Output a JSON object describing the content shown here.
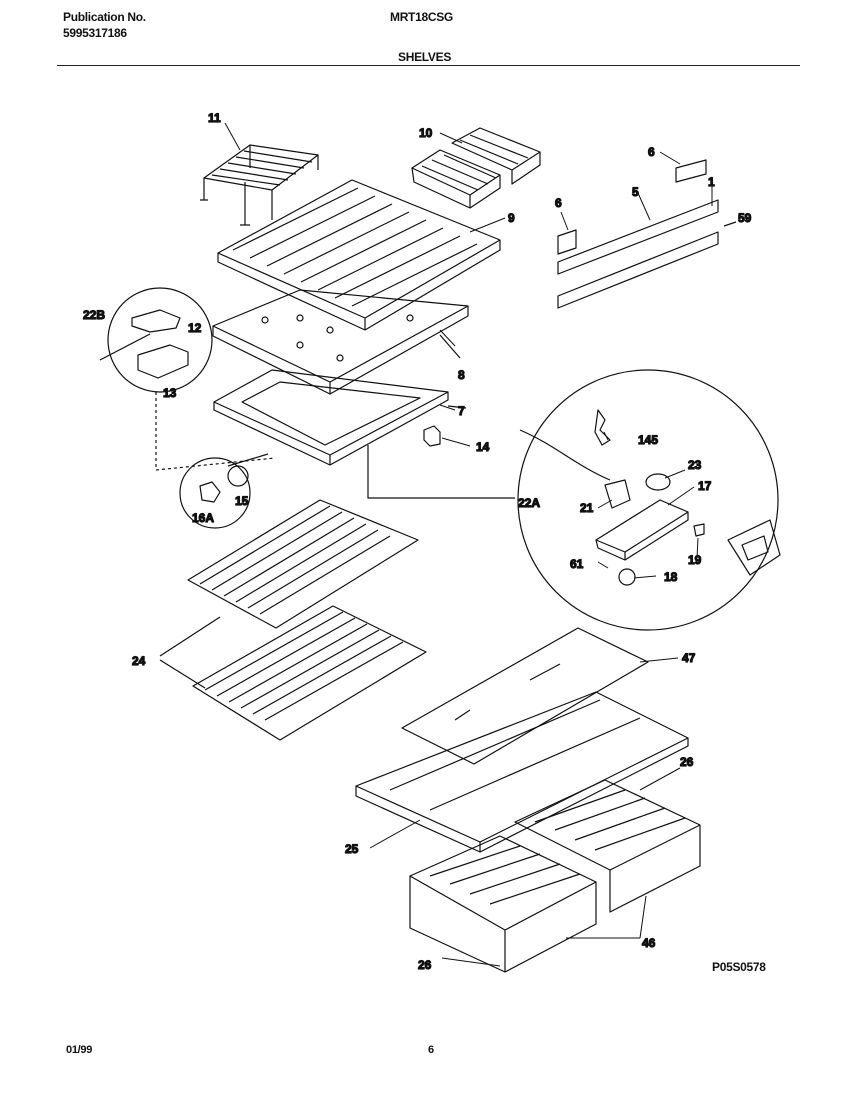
{
  "header": {
    "publication_label": "Publication No.",
    "publication_number": "5995317186",
    "model": "MRT18CSG",
    "section": "SHELVES"
  },
  "footer": {
    "date": "01/99",
    "page": "6",
    "drawing_code": "P05S0578"
  },
  "callouts": {
    "c1": "1",
    "c5": "5",
    "c6a": "6",
    "c6b": "6",
    "c7": "7",
    "c8": "8",
    "c9": "9",
    "c10": "10",
    "c11": "11",
    "c12": "12",
    "c13": "13",
    "c14": "14",
    "c15": "15",
    "c16a": "16A",
    "c17": "17",
    "c18": "18",
    "c19": "19",
    "c21": "21",
    "c22a": "22A",
    "c22b": "22B",
    "c23": "23",
    "c24": "24",
    "c25": "25",
    "c26a": "26",
    "c26b": "26",
    "c46": "46",
    "c47": "47",
    "c59": "59",
    "c61": "61",
    "c145": "145"
  }
}
